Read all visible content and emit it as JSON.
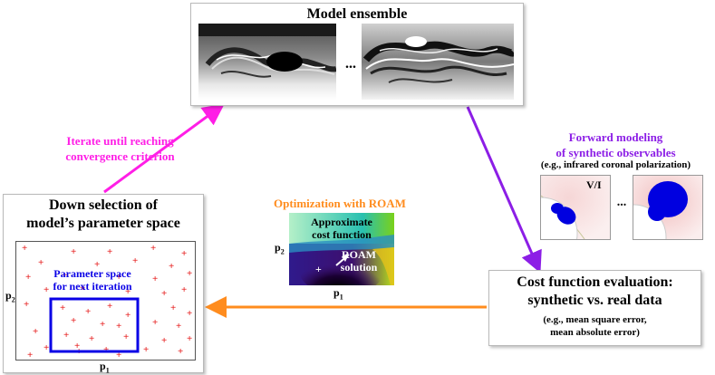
{
  "model_ensemble": {
    "title": "Model ensemble",
    "ellipsis": "..."
  },
  "forward_modeling": {
    "title_line1": "Forward modeling",
    "title_line2": "of synthetic observables",
    "subtitle": "(e.g., infrared coronal polarization)",
    "panel_label": "V/I",
    "ellipsis": "..."
  },
  "cost_function": {
    "title_line1": "Cost function evaluation:",
    "title_line2": "synthetic vs. real data",
    "note_line1": "(e.g., mean square error,",
    "note_line2": "mean absolute error)"
  },
  "optimization": {
    "title": "Optimization with ROAM",
    "approx_line1": "Approximate",
    "approx_line2": "cost function",
    "solution_line1": "ROAM",
    "solution_line2": "solution",
    "marker": "+",
    "x_axis": "p",
    "x_sub": "1",
    "y_axis": "p",
    "y_sub": "2"
  },
  "down_selection": {
    "title_line1": "Down selection of",
    "title_line2": "model’s parameter space",
    "subspace_line1": "Parameter space",
    "subspace_line2": "for next iteration",
    "marker": "+",
    "x_axis": "p",
    "x_sub": "1",
    "y_axis": "p",
    "y_sub": "2"
  },
  "iterate": {
    "line1": "Iterate until reaching",
    "line2": "convergence criterion"
  },
  "colors": {
    "iterate": "#ff1ee6",
    "forward": "#8c1ee6",
    "optimization": "#ff8c1e",
    "subspace": "#0a00e6",
    "markers": "#e62020"
  }
}
